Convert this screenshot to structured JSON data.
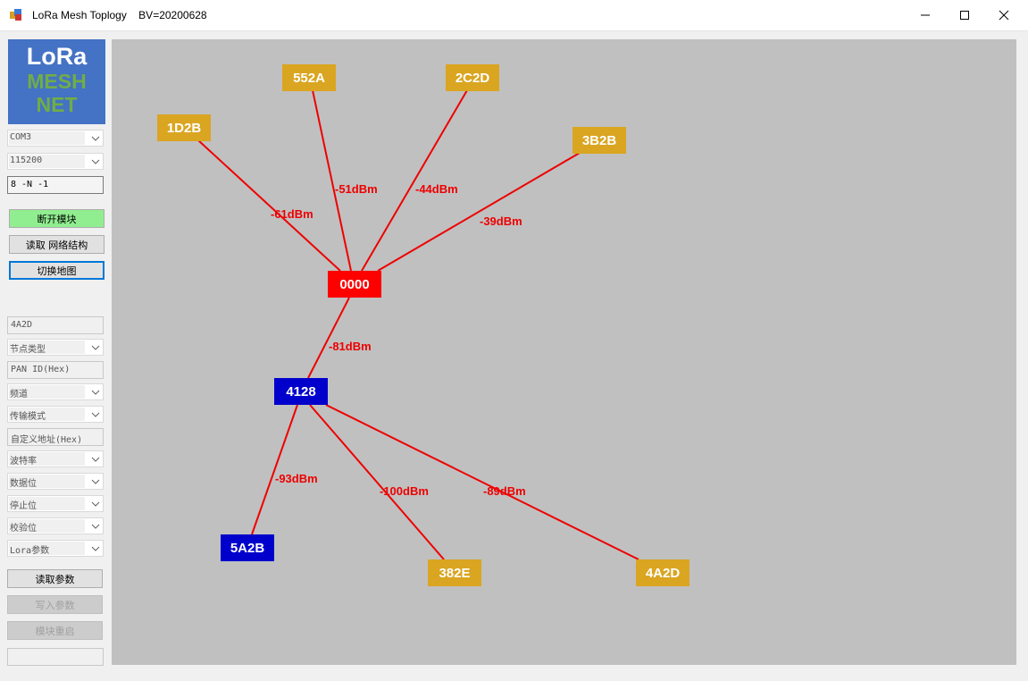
{
  "window": {
    "title": "LoRa Mesh Toplogy    BV=20200628"
  },
  "logo": {
    "line1": "LoRa",
    "line2": "MESH",
    "line3": "NET"
  },
  "serial": {
    "port": "COM3",
    "baud": "115200",
    "format": "8 -N -1"
  },
  "buttons": {
    "disconnect": "断开模块",
    "read_topology": "读取 网络结构",
    "switch_map": "切换地图",
    "read_params": "读取参数",
    "write_params": "写入参数",
    "restart": "模块重启"
  },
  "params": {
    "node_id": "4A2D",
    "node_type": "节点类型",
    "pan_id": "PAN ID(Hex)",
    "channel": "频道",
    "transfer_mode": "传输模式",
    "custom_addr": "自定义地址(Hex)",
    "baud_rate": "波特率",
    "data_bits": "数据位",
    "stop_bits": "停止位",
    "parity": "校验位",
    "lora_params": "Lora参数",
    "status": ""
  },
  "colors": {
    "coordinator": "#ff0000",
    "router": "#0000cd",
    "end_device": "#daa520",
    "link": "#ee0000",
    "canvas": "#c0c0c0"
  },
  "topology": {
    "nodes": [
      {
        "id": "0000",
        "type": "coordinator"
      },
      {
        "id": "1D2B",
        "type": "end_device"
      },
      {
        "id": "552A",
        "type": "end_device"
      },
      {
        "id": "2C2D",
        "type": "end_device"
      },
      {
        "id": "3B2B",
        "type": "end_device"
      },
      {
        "id": "4128",
        "type": "router"
      },
      {
        "id": "5A2B",
        "type": "router"
      },
      {
        "id": "382E",
        "type": "end_device"
      },
      {
        "id": "4A2D",
        "type": "end_device"
      }
    ],
    "links": [
      {
        "from": "0000",
        "to": "1D2B",
        "rssi": "-61dBm"
      },
      {
        "from": "0000",
        "to": "552A",
        "rssi": "-51dBm"
      },
      {
        "from": "0000",
        "to": "2C2D",
        "rssi": "-44dBm"
      },
      {
        "from": "0000",
        "to": "3B2B",
        "rssi": "-39dBm"
      },
      {
        "from": "0000",
        "to": "4128",
        "rssi": "-81dBm"
      },
      {
        "from": "4128",
        "to": "5A2B",
        "rssi": "-93dBm"
      },
      {
        "from": "4128",
        "to": "382E",
        "rssi": "-100dBm"
      },
      {
        "from": "4128",
        "to": "4A2D",
        "rssi": "-89dBm"
      }
    ]
  }
}
